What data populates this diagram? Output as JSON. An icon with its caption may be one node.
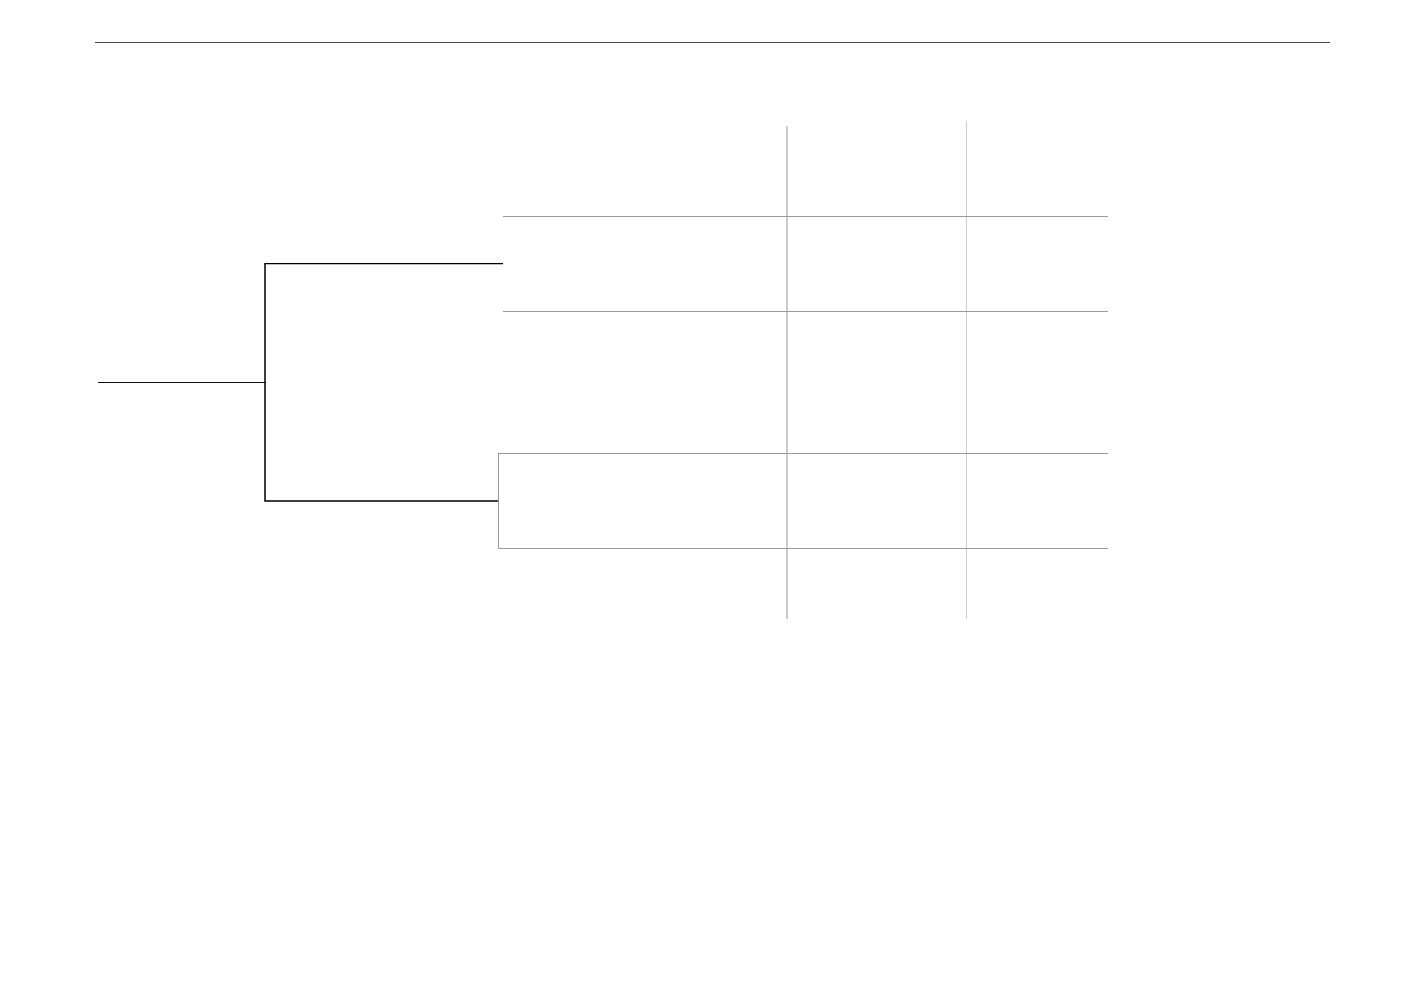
{
  "diagram": {
    "nodes": [
      {
        "text": [],
        "shape": "box"
      },
      {
        "text": [],
        "shape": "box"
      }
    ],
    "edges": [
      {
        "from": null,
        "to": 0,
        "arrow": "none"
      },
      {
        "from": null,
        "to": 1,
        "arrow": "none"
      }
    ]
  }
}
